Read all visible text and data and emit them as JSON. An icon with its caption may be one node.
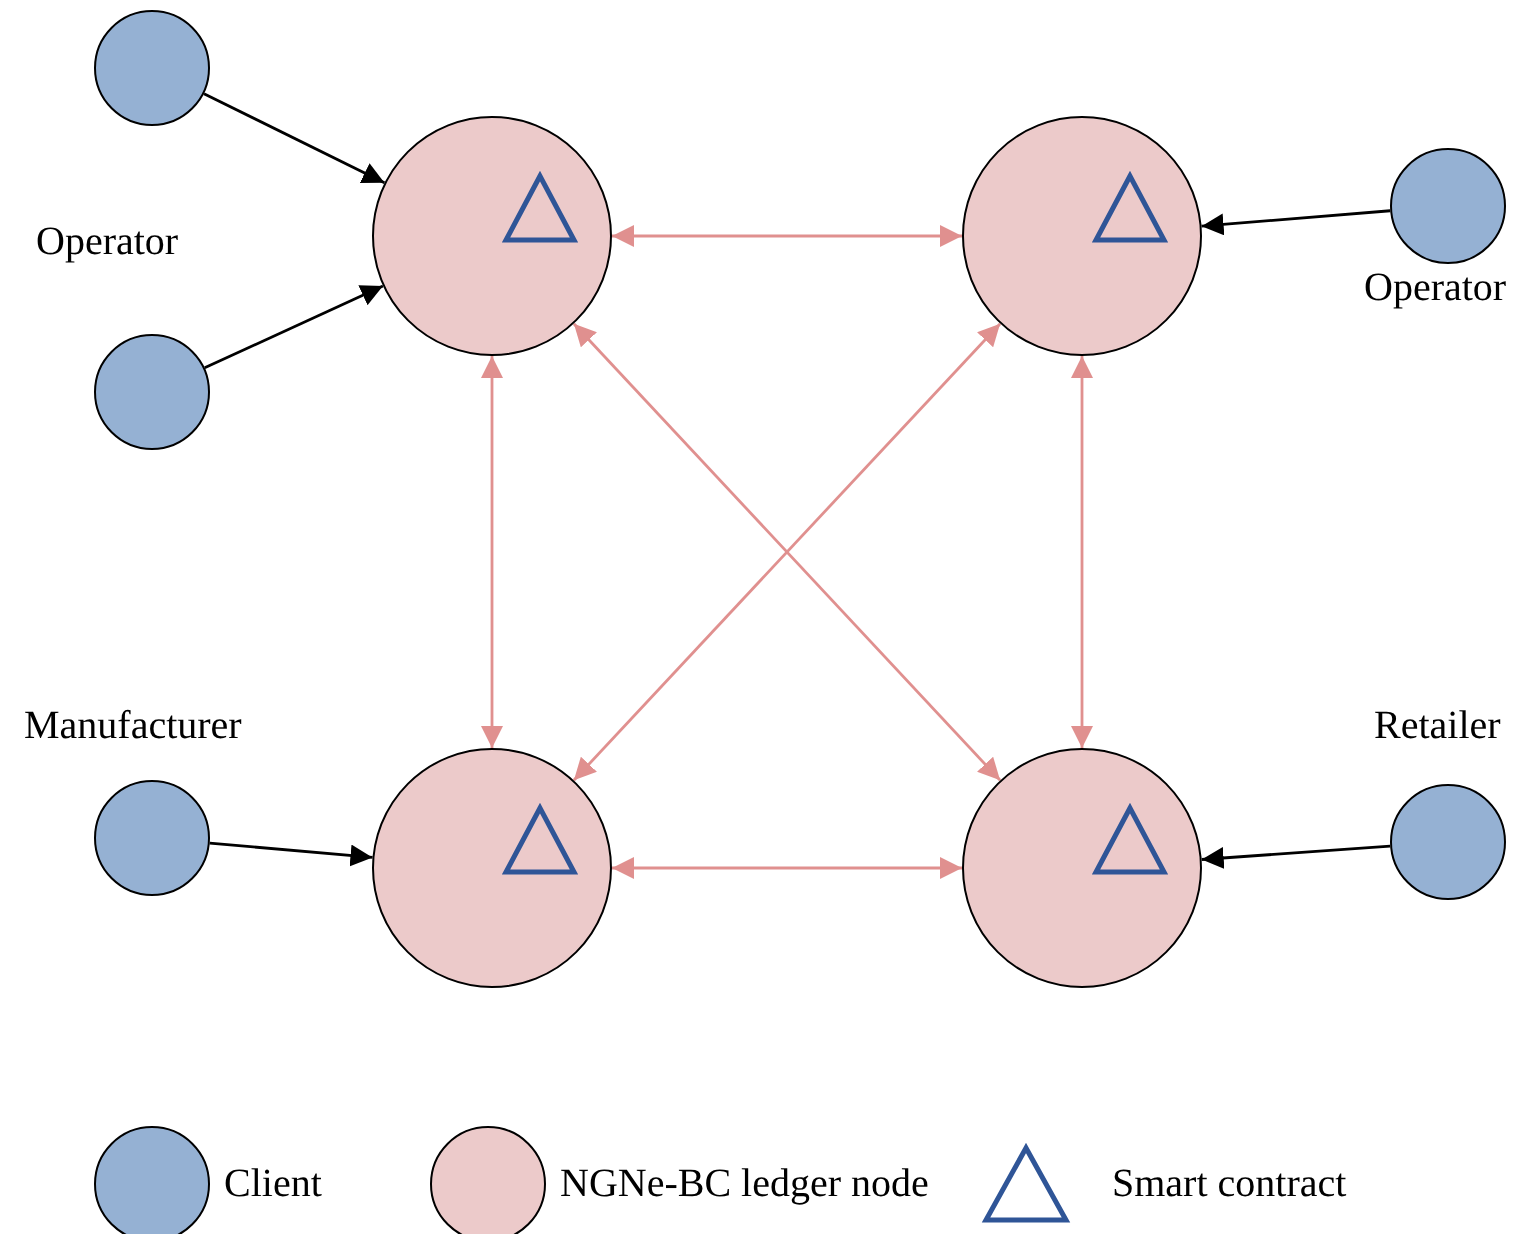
{
  "diagram": {
    "nodes": [
      {
        "text": [],
        "shape": "circle"
      },
      {
        "text": [],
        "shape": "circle"
      },
      {
        "text": [],
        "shape": "circle"
      },
      {
        "text": [],
        "shape": "circle"
      },
      {
        "text": [],
        "shape": "circle"
      },
      {
        "text": [],
        "shape": "circle"
      },
      {
        "text": [],
        "shape": "circle"
      },
      {
        "text": [],
        "shape": "circle"
      },
      {
        "text": [],
        "shape": "circle"
      }
    ],
    "edges": [
      {
        "from": 0,
        "to": 1,
        "arrow": "to",
        "color": "#000000"
      },
      {
        "from": 4,
        "to": 1,
        "arrow": "to",
        "color": "#000000"
      },
      {
        "from": 3,
        "to": 2,
        "arrow": "to",
        "color": "#000000"
      },
      {
        "from": 5,
        "to": 6,
        "arrow": "to",
        "color": "#000000"
      },
      {
        "from": 8,
        "to": 7,
        "arrow": "to",
        "color": "#000000"
      },
      {
        "from": 1,
        "to": 2,
        "arrow": "both"
      },
      {
        "from": 1,
        "to": 6,
        "arrow": "both"
      },
      {
        "from": 1,
        "to": 7,
        "arrow": "both"
      },
      {
        "from": 2,
        "to": 6,
        "arrow": "both"
      },
      {
        "from": 2,
        "to": 7,
        "arrow": "both"
      },
      {
        "from": 6,
        "to": 7,
        "arrow": "both"
      }
    ],
    "labels": [
      "Operator",
      "Operator",
      "Manufacturer",
      "Retailer"
    ],
    "legend": [
      {
        "text": "Client",
        "color": "#95b1d3"
      },
      {
        "text": "NGNe-BC ledger node",
        "color": "#eccaca"
      },
      {
        "text": "Smart contract"
      }
    ]
  }
}
